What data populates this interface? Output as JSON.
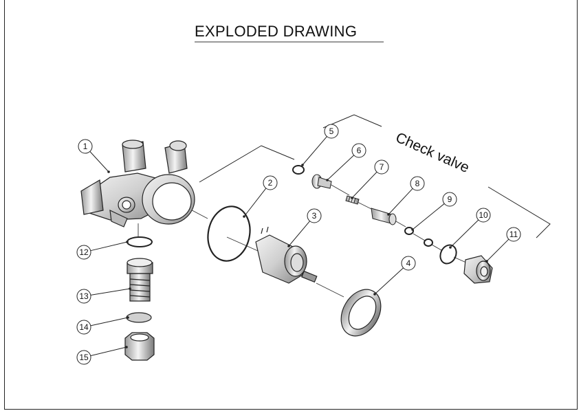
{
  "title": "EXPLODED DRAWING",
  "group_label": "Check valve",
  "callouts": [
    "1",
    "2",
    "3",
    "4",
    "5",
    "6",
    "7",
    "8",
    "9",
    "10",
    "11",
    "12",
    "13",
    "14",
    "15"
  ]
}
